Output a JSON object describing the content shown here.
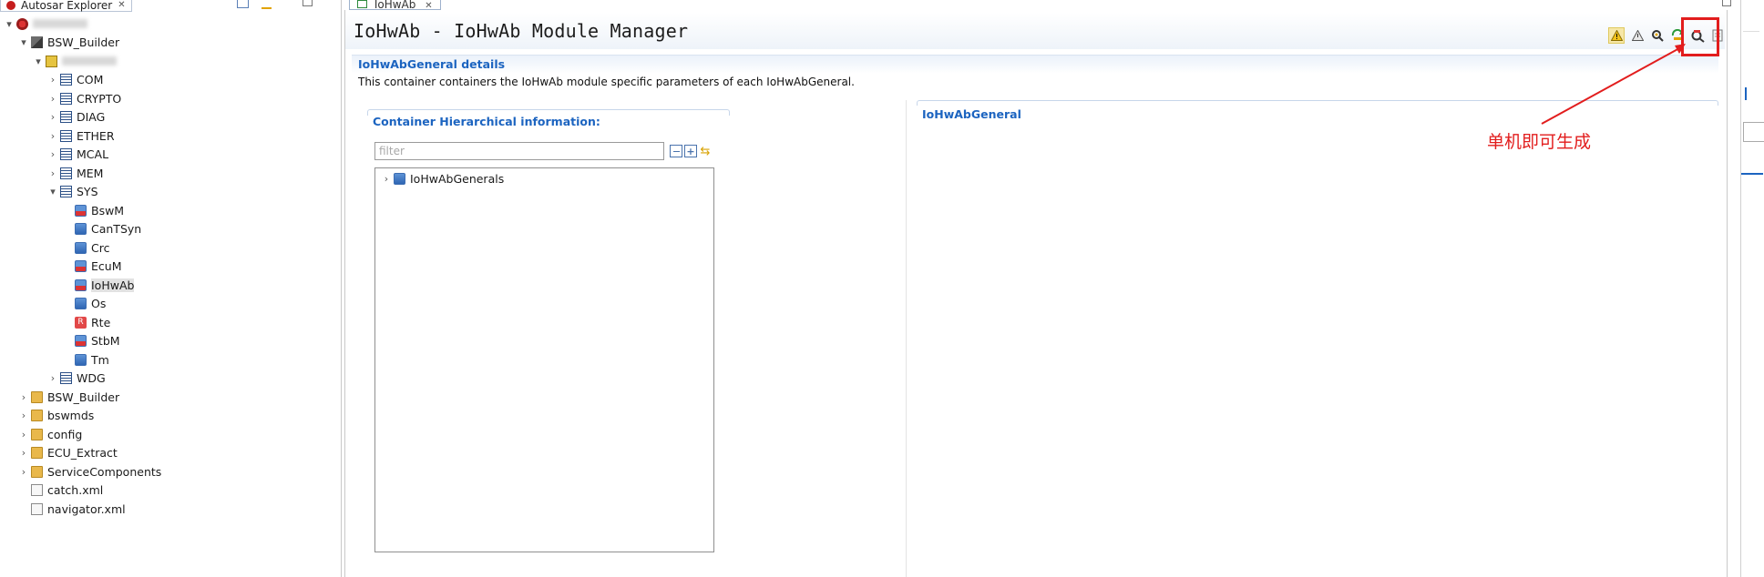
{
  "explorer": {
    "tab_label": "Autosar Explorer",
    "tab_close": "✕",
    "tree": [
      {
        "label": "",
        "indent": 0,
        "twisty": "▾",
        "icon": "workspace",
        "blurred": true
      },
      {
        "label": "BSW_Builder",
        "indent": 1,
        "twisty": "▾",
        "icon": "project"
      },
      {
        "label": "",
        "indent": 2,
        "twisty": "▾",
        "icon": "package",
        "blurred": true
      },
      {
        "label": "COM",
        "indent": 3,
        "twisty": "›",
        "icon": "list"
      },
      {
        "label": "CRYPTO",
        "indent": 3,
        "twisty": "›",
        "icon": "list"
      },
      {
        "label": "DIAG",
        "indent": 3,
        "twisty": "›",
        "icon": "list"
      },
      {
        "label": "ETHER",
        "indent": 3,
        "twisty": "›",
        "icon": "list"
      },
      {
        "label": "MCAL",
        "indent": 3,
        "twisty": "›",
        "icon": "list"
      },
      {
        "label": "MEM",
        "indent": 3,
        "twisty": "›",
        "icon": "list"
      },
      {
        "label": "SYS",
        "indent": 3,
        "twisty": "▾",
        "icon": "list"
      },
      {
        "label": "BswM",
        "indent": 4,
        "twisty": "",
        "icon": "file-red"
      },
      {
        "label": "CanTSyn",
        "indent": 4,
        "twisty": "",
        "icon": "file"
      },
      {
        "label": "Crc",
        "indent": 4,
        "twisty": "",
        "icon": "file"
      },
      {
        "label": "EcuM",
        "indent": 4,
        "twisty": "",
        "icon": "file-red"
      },
      {
        "label": "IoHwAb",
        "indent": 4,
        "twisty": "",
        "icon": "file-red",
        "selected": true
      },
      {
        "label": "Os",
        "indent": 4,
        "twisty": "",
        "icon": "file"
      },
      {
        "label": "Rte",
        "indent": 4,
        "twisty": "",
        "icon": "rte"
      },
      {
        "label": "StbM",
        "indent": 4,
        "twisty": "",
        "icon": "file-red"
      },
      {
        "label": "Tm",
        "indent": 4,
        "twisty": "",
        "icon": "file"
      },
      {
        "label": "WDG",
        "indent": 3,
        "twisty": "›",
        "icon": "list"
      },
      {
        "label": "BSW_Builder",
        "indent": 1,
        "twisty": "›",
        "icon": "folder"
      },
      {
        "label": "bswmds",
        "indent": 1,
        "twisty": "›",
        "icon": "folder"
      },
      {
        "label": "config",
        "indent": 1,
        "twisty": "›",
        "icon": "folder"
      },
      {
        "label": "ECU_Extract",
        "indent": 1,
        "twisty": "›",
        "icon": "folder"
      },
      {
        "label": "ServiceComponents",
        "indent": 1,
        "twisty": "›",
        "icon": "folder"
      },
      {
        "label": "catch.xml",
        "indent": 1,
        "twisty": "",
        "icon": "xml"
      },
      {
        "label": "navigator.xml",
        "indent": 1,
        "twisty": "",
        "icon": "xml"
      }
    ]
  },
  "editor": {
    "tab_label": "IoHwAb",
    "tab_close": "✕",
    "title": "IoHwAb - IoHwAb Module Manager",
    "toolbar_icons": [
      "warning-icon",
      "warning-outline-icon",
      "gear-search-icon",
      "refresh-icon",
      "generate-icon",
      "document-icon"
    ],
    "details_title": "IoHwAbGeneral details",
    "details_description": "This container containers the IoHwAb module specific parameters of each IoHwAbGeneral.",
    "hierarchy": {
      "title": "Container Hierarchical information:",
      "filter_placeholder": "filter",
      "tree_root": "IoHwAbGenerals"
    },
    "right_section_title": "IoHwAbGeneral"
  },
  "annotation": {
    "text": "单机即可生成",
    "color": "#e21d1d"
  },
  "colors": {
    "section_title": "#1c64c0",
    "annotation_red": "#e21d1d"
  }
}
